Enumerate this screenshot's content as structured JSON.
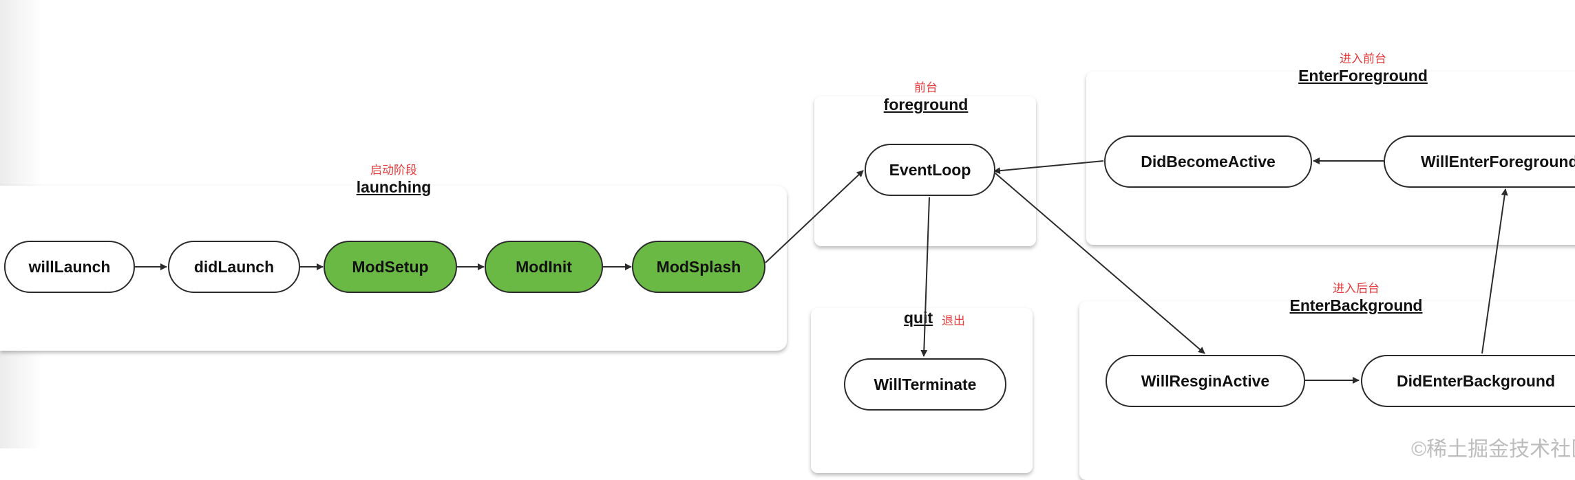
{
  "groups": {
    "launching": {
      "cn": "启动阶段",
      "en": "launching"
    },
    "foreground": {
      "cn": "前台",
      "en": "foreground"
    },
    "quit": {
      "cn": "退出",
      "en": "quit"
    },
    "enter_foreground": {
      "cn": "进入前台",
      "en": "EnterForeground"
    },
    "enter_background": {
      "cn": "进入后台",
      "en": "EnterBackground"
    }
  },
  "nodes": {
    "will_launch": "willLaunch",
    "did_launch": "didLaunch",
    "mod_setup": "ModSetup",
    "mod_init": "ModInit",
    "mod_splash": "ModSplash",
    "event_loop": "EventLoop",
    "will_terminate": "WillTerminate",
    "did_become_active": "DidBecomeActive",
    "will_enter_foreground": "WillEnterForeground",
    "will_resign_active": "WillResginActive",
    "did_enter_background": "DidEnterBackground"
  },
  "colors": {
    "highlight_fill": "#6ab945",
    "chinese_label": "#e23c3c",
    "stroke": "#2b2b2b"
  },
  "watermark": "©稀土掘金技术社区"
}
